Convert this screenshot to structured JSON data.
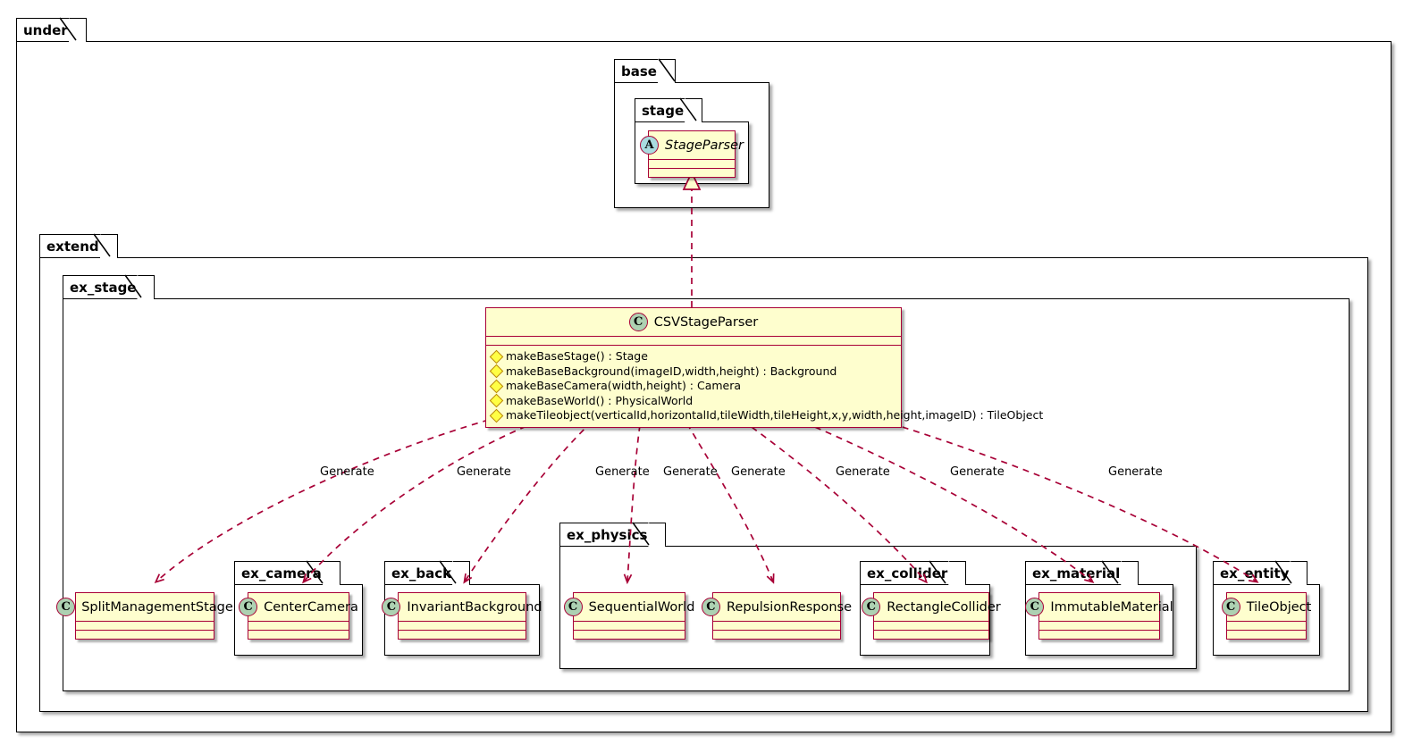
{
  "diagram": {
    "type": "uml-class-diagram",
    "accent_color": "#A80036",
    "class_fill": "#FEFECE",
    "class_badge_color": "#ADD1B2",
    "abstract_badge_color": "#A9DCDF",
    "visibility_marker_color": "#FFFF44"
  },
  "packages": {
    "under": {
      "label": "under"
    },
    "base": {
      "label": "base"
    },
    "stage": {
      "label": "stage"
    },
    "extend": {
      "label": "extend"
    },
    "ex_stage": {
      "label": "ex_stage"
    },
    "ex_camera": {
      "label": "ex_camera"
    },
    "ex_back": {
      "label": "ex_back"
    },
    "ex_physics": {
      "label": "ex_physics"
    },
    "ex_collider": {
      "label": "ex_collider"
    },
    "ex_material": {
      "label": "ex_material"
    },
    "ex_entity": {
      "label": "ex_entity"
    }
  },
  "classes": {
    "stage_parser": {
      "name": "StageParser",
      "stereotype": "A",
      "abstract": true
    },
    "csv_stage_parser": {
      "name": "CSVStageParser",
      "stereotype": "C",
      "abstract": false,
      "methods": [
        "makeBaseStage() : Stage",
        "makeBaseBackground(imageID,width,height) : Background",
        "makeBaseCamera(width,height) : Camera",
        "makeBaseWorld() : PhysicalWorld",
        "makeTileobject(verticalId,horizontalId,tileWidth,tileHeight,x,y,width,height,imageID) : TileObject"
      ]
    },
    "split_management_stage": {
      "name": "SplitManagementStage",
      "stereotype": "C"
    },
    "center_camera": {
      "name": "CenterCamera",
      "stereotype": "C"
    },
    "invariant_background": {
      "name": "InvariantBackground",
      "stereotype": "C"
    },
    "sequential_world": {
      "name": "SequentialWorld",
      "stereotype": "C"
    },
    "repulsion_response": {
      "name": "RepulsionResponse",
      "stereotype": "C"
    },
    "rectangle_collider": {
      "name": "RectangleCollider",
      "stereotype": "C"
    },
    "immutable_material": {
      "name": "ImmutableMaterial",
      "stereotype": "C"
    },
    "tile_object": {
      "name": "TileObject",
      "stereotype": "C"
    }
  },
  "relations": {
    "inheritance": {
      "from": "CSVStageParser",
      "to": "StageParser",
      "label": ""
    },
    "generate_label": "Generate",
    "generates": [
      {
        "to": "SplitManagementStage",
        "label": "Generate"
      },
      {
        "to": "CenterCamera",
        "label": "Generate"
      },
      {
        "to": "InvariantBackground",
        "label": "Generate"
      },
      {
        "to": "SequentialWorld",
        "label": "Generate"
      },
      {
        "to": "RepulsionResponse",
        "label": "Generate"
      },
      {
        "to": "RectangleCollider",
        "label": "Generate"
      },
      {
        "to": "ImmutableMaterial",
        "label": "Generate"
      },
      {
        "to": "TileObject",
        "label": "Generate"
      }
    ]
  }
}
